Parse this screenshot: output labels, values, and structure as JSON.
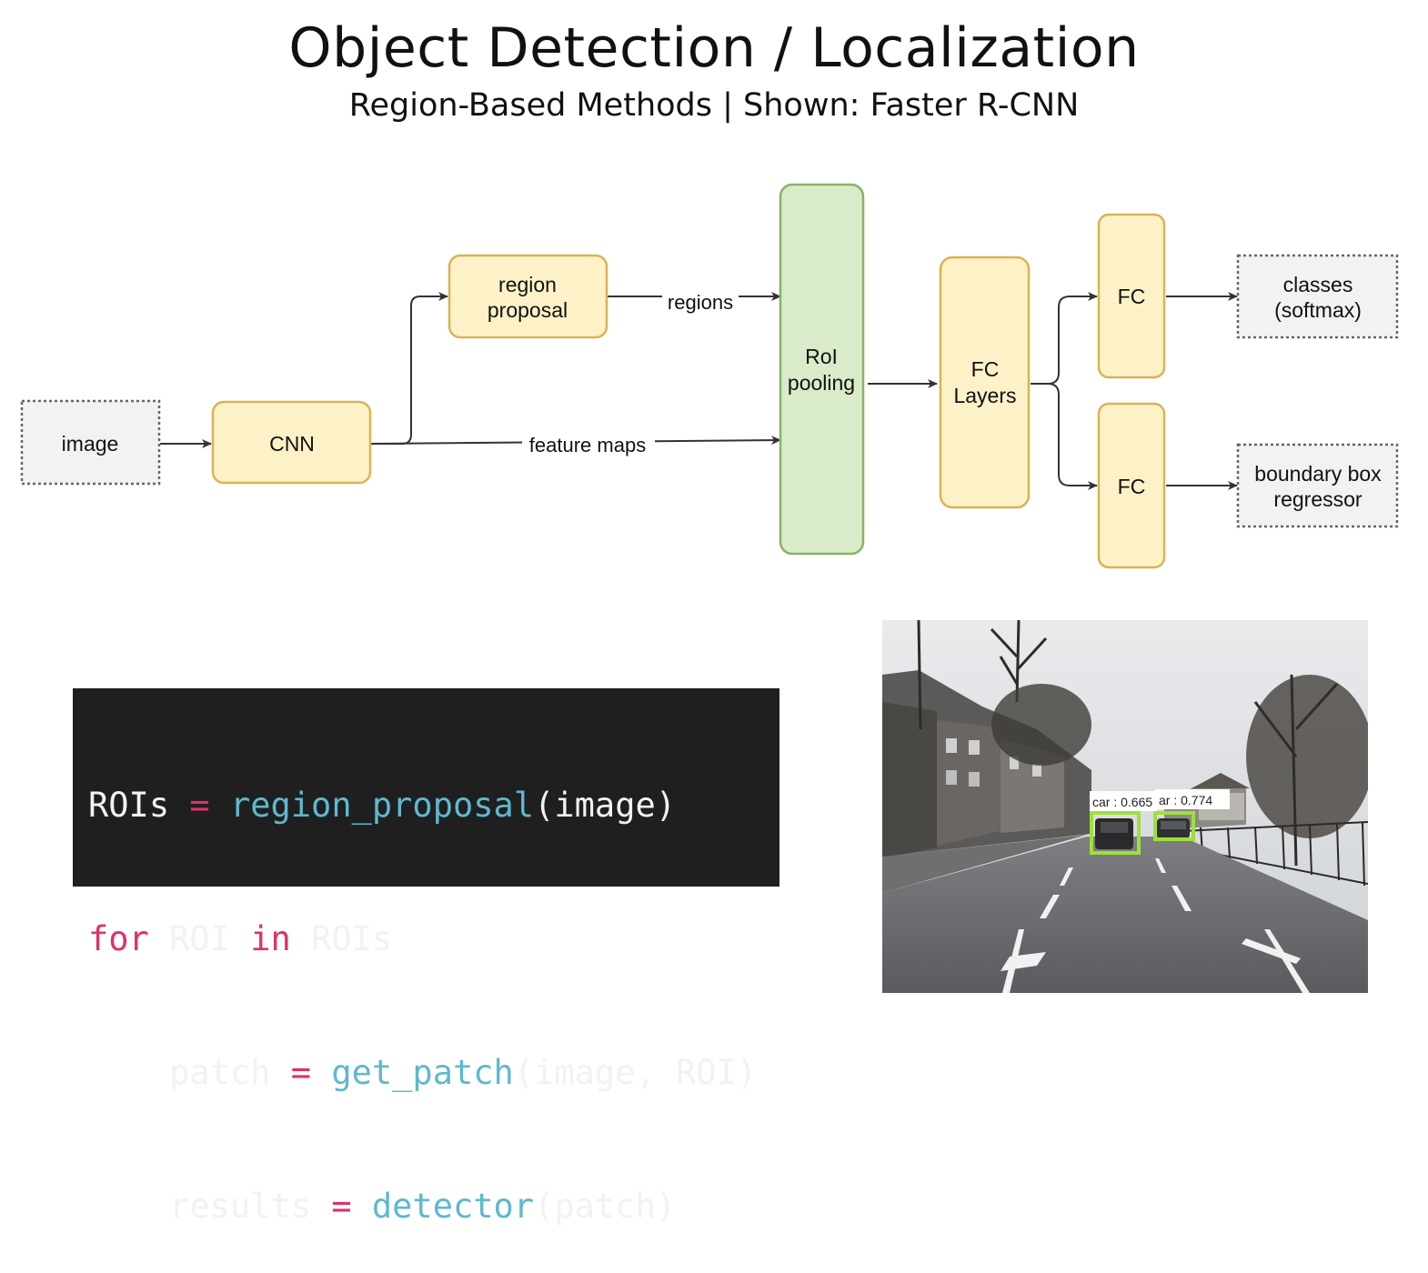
{
  "title": "Object Detection / Localization",
  "subtitle": "Region-Based Methods | Shown: Faster R-CNN",
  "diagram": {
    "nodes": {
      "image": [
        "image"
      ],
      "cnn": [
        "CNN"
      ],
      "region_proposal": [
        "region",
        "proposal"
      ],
      "roi_pooling": [
        "RoI",
        "pooling"
      ],
      "fc_layers": [
        "FC",
        "Layers"
      ],
      "fc_top": [
        "FC"
      ],
      "fc_bottom": [
        "FC"
      ],
      "classes": [
        "classes",
        "(softmax)"
      ],
      "bbox": [
        "boundary box",
        "regressor"
      ]
    },
    "edge_labels": {
      "regions": "regions",
      "feature_maps": "feature maps"
    },
    "colors": {
      "yellow_fill": "#fdf1c7",
      "yellow_stroke": "#d9b356",
      "green_fill": "#d9ebc8",
      "green_stroke": "#86b36a",
      "io_fill": "#f2f2f2",
      "io_stroke": "#666666"
    }
  },
  "code": {
    "line1": {
      "a": "ROIs ",
      "b": "=",
      "c": " ",
      "d": "region_proposal",
      "e": "(image)"
    },
    "line2": {
      "a": "for",
      "b": " ROI ",
      "c": "in",
      "d": " ROIs"
    },
    "line3": {
      "a": "    patch ",
      "b": "=",
      "c": " ",
      "d": "get_patch",
      "e": "(image, ROI)"
    },
    "line4": {
      "a": "    results ",
      "b": "=",
      "c": " ",
      "d": "detector",
      "e": "(patch)"
    }
  },
  "photo": {
    "detections": [
      {
        "label": "car : 0.665"
      },
      {
        "label": "ar : 0.774"
      }
    ],
    "box_color": "#9fe03a"
  }
}
